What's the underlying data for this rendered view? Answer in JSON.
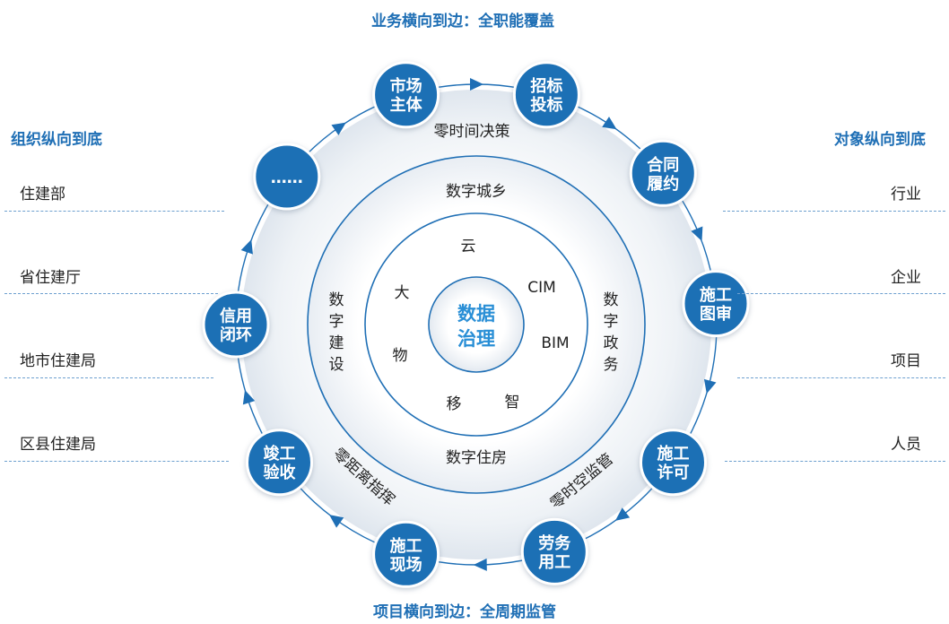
{
  "top_title": "业务横向到边：全职能覆盖",
  "bottom_title": "项目横向到边：全周期监管",
  "left": {
    "title": "组织纵向到底",
    "items": [
      "住建部",
      "省住建厅",
      "地市住建局",
      "区县住建局"
    ]
  },
  "right": {
    "title": "对象纵向到底",
    "items": [
      "行业",
      "企业",
      "项目",
      "人员"
    ]
  },
  "nodes": [
    [
      "市场",
      "主体"
    ],
    [
      "招标",
      "投标"
    ],
    [
      "合同",
      "履约"
    ],
    [
      "施工",
      "图审"
    ],
    [
      "施工",
      "许可"
    ],
    [
      "劳务",
      "用工"
    ],
    [
      "施工",
      "现场"
    ],
    [
      "竣工",
      "验收"
    ],
    [
      "信用",
      "闭环"
    ],
    [
      "……"
    ]
  ],
  "ring_labels": {
    "top": "零时间决策",
    "bottom_right": "零时空监管",
    "bottom_left": "零距离指挥"
  },
  "middle_ring": {
    "top": "数字城乡",
    "bottom": "数字住房",
    "left": "数字建设",
    "right": "数字政务"
  },
  "inner_ring": [
    "云",
    "CIM",
    "BIM",
    "智",
    "移",
    "物",
    "大"
  ],
  "center": [
    "数据",
    "治理"
  ],
  "colors": {
    "node_fill": "#1f6fb5",
    "title_text": "#1f6fb5",
    "center_text": "#2a8fd6",
    "arrow": "#1f6fb5",
    "dash": "#6d9fcf"
  }
}
